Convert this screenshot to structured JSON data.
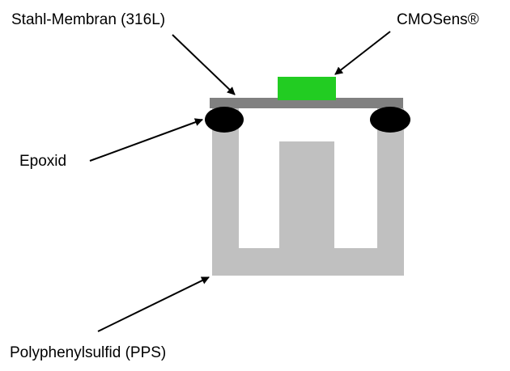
{
  "labels": {
    "membrane": "Stahl-Membran (316L)",
    "sensor": "CMOSens®",
    "epoxy": "Epoxid",
    "body": "Polyphenylsulfid (PPS)"
  },
  "colors": {
    "membrane": "#808080",
    "sensor": "#22cc22",
    "epoxy": "#000000",
    "body": "#c0c0c0",
    "arrow": "#000000"
  }
}
